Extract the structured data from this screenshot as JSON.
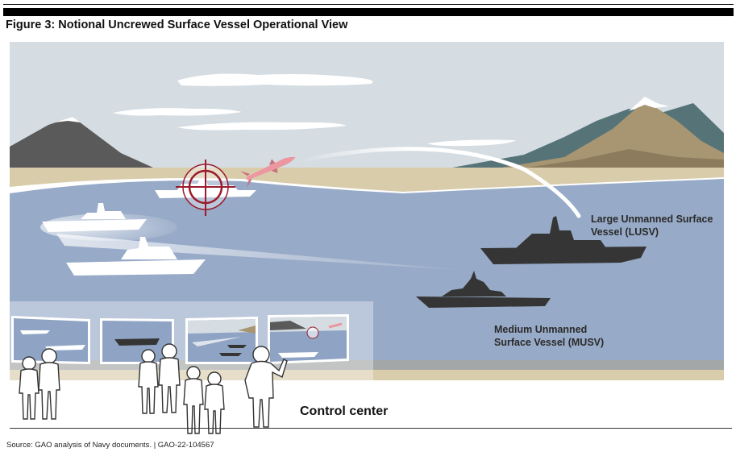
{
  "figure": {
    "title": "Figure 3: Notional Uncrewed Surface Vessel Operational View",
    "source": "Source: GAO analysis of Navy documents.  |  GAO-22-104567"
  },
  "labels": {
    "lusv": [
      "Large Unmanned Surface",
      "Vessel (LUSV)"
    ],
    "musv": [
      "Medium Unmanned",
      "Surface Vessel (MUSV)"
    ],
    "control_center": "Control center"
  },
  "colors": {
    "sky": "#d5dde2",
    "water": "#97aac7",
    "sand": "#d9ccab",
    "vessel_dark": "#353535",
    "vessel_white": "#ffffff",
    "target_red": "#9b1b2c",
    "missile": "#ec96a0",
    "mountain_dark": "#5a5a5a",
    "mountain_teal": "#567478",
    "mountain_tan": "#a89672"
  }
}
